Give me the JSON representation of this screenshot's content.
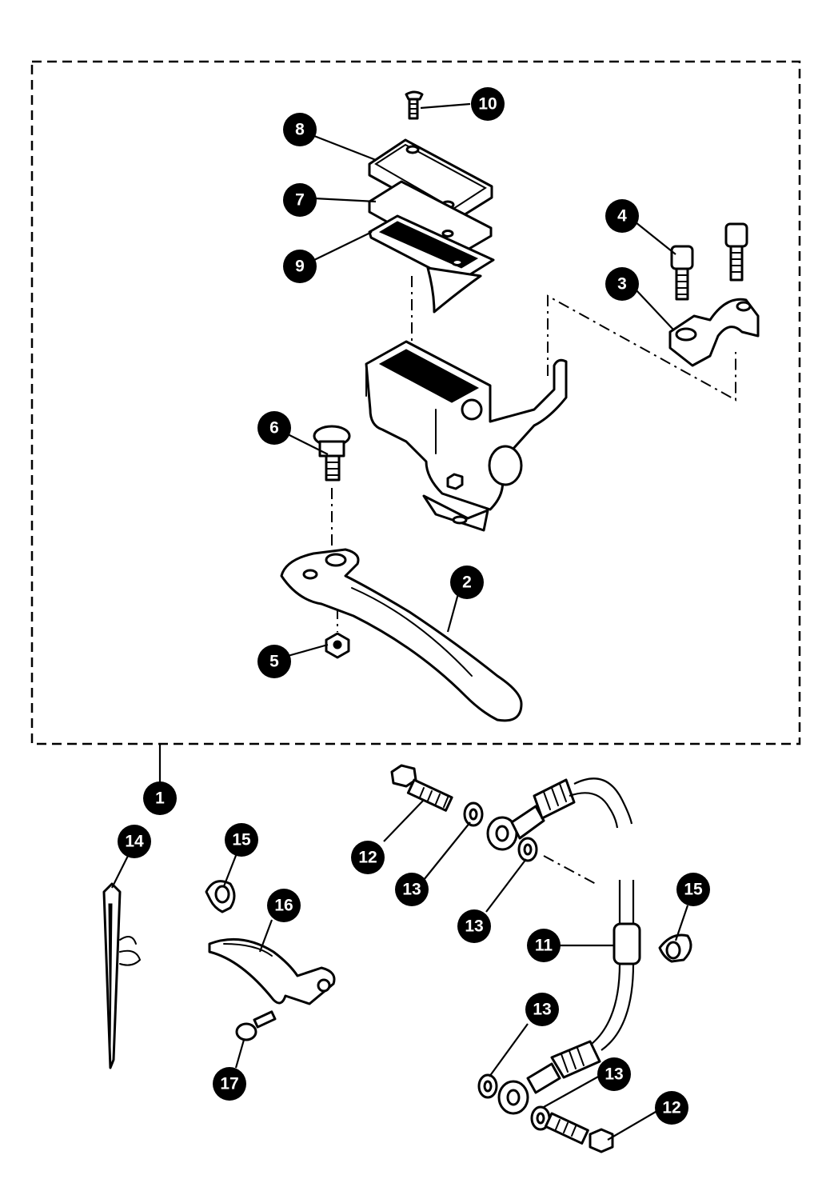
{
  "callouts": [
    {
      "id": "c1",
      "label": "1"
    },
    {
      "id": "c2",
      "label": "2"
    },
    {
      "id": "c3",
      "label": "3"
    },
    {
      "id": "c4",
      "label": "4"
    },
    {
      "id": "c5",
      "label": "5"
    },
    {
      "id": "c6",
      "label": "6"
    },
    {
      "id": "c7",
      "label": "7"
    },
    {
      "id": "c8",
      "label": "8"
    },
    {
      "id": "c9",
      "label": "9"
    },
    {
      "id": "c10",
      "label": "10"
    },
    {
      "id": "c11",
      "label": "11"
    },
    {
      "id": "c12a",
      "label": "12"
    },
    {
      "id": "c12b",
      "label": "12"
    },
    {
      "id": "c13a",
      "label": "13"
    },
    {
      "id": "c13b",
      "label": "13"
    },
    {
      "id": "c13c",
      "label": "13"
    },
    {
      "id": "c13d",
      "label": "13"
    },
    {
      "id": "c14",
      "label": "14"
    },
    {
      "id": "c15a",
      "label": "15"
    },
    {
      "id": "c15b",
      "label": "15"
    },
    {
      "id": "c16",
      "label": "16"
    },
    {
      "id": "c17",
      "label": "17"
    }
  ]
}
